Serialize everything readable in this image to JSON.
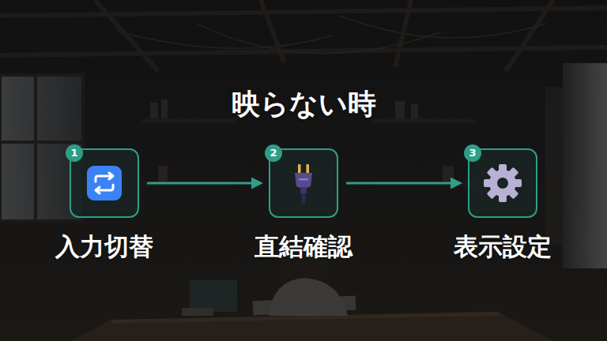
{
  "diagram": {
    "title": "映らない時",
    "nodes": [
      {
        "text": [
          "入力切替"
        ]
      },
      {
        "text": [
          "直結確認"
        ]
      },
      {
        "text": [
          "表示設定"
        ]
      }
    ],
    "edges": [
      {
        "from": 0,
        "to": 1,
        "arrow": "to"
      },
      {
        "from": 1,
        "to": 2,
        "arrow": "to"
      }
    ],
    "labels": [
      "1",
      "2",
      "3"
    ]
  }
}
